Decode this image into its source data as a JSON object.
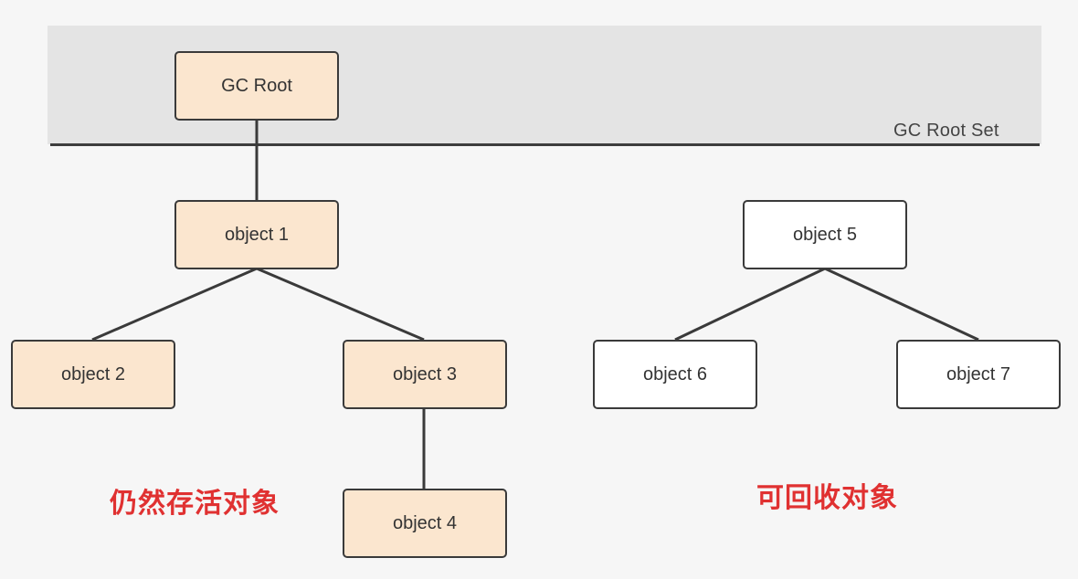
{
  "root_set": {
    "label": "GC Root Set"
  },
  "nodes": {
    "gc_root": "GC Root",
    "object1": "object 1",
    "object2": "object 2",
    "object3": "object 3",
    "object4": "object 4",
    "object5": "object 5",
    "object6": "object 6",
    "object7": "object 7"
  },
  "captions": {
    "live": "仍然存活对象",
    "collectable": "可回收对象"
  },
  "colors": {
    "live_fill": "#fbe6cf",
    "garbage_fill": "#ffffff",
    "caption": "#e03131",
    "root_band": "#e4e4e4"
  }
}
